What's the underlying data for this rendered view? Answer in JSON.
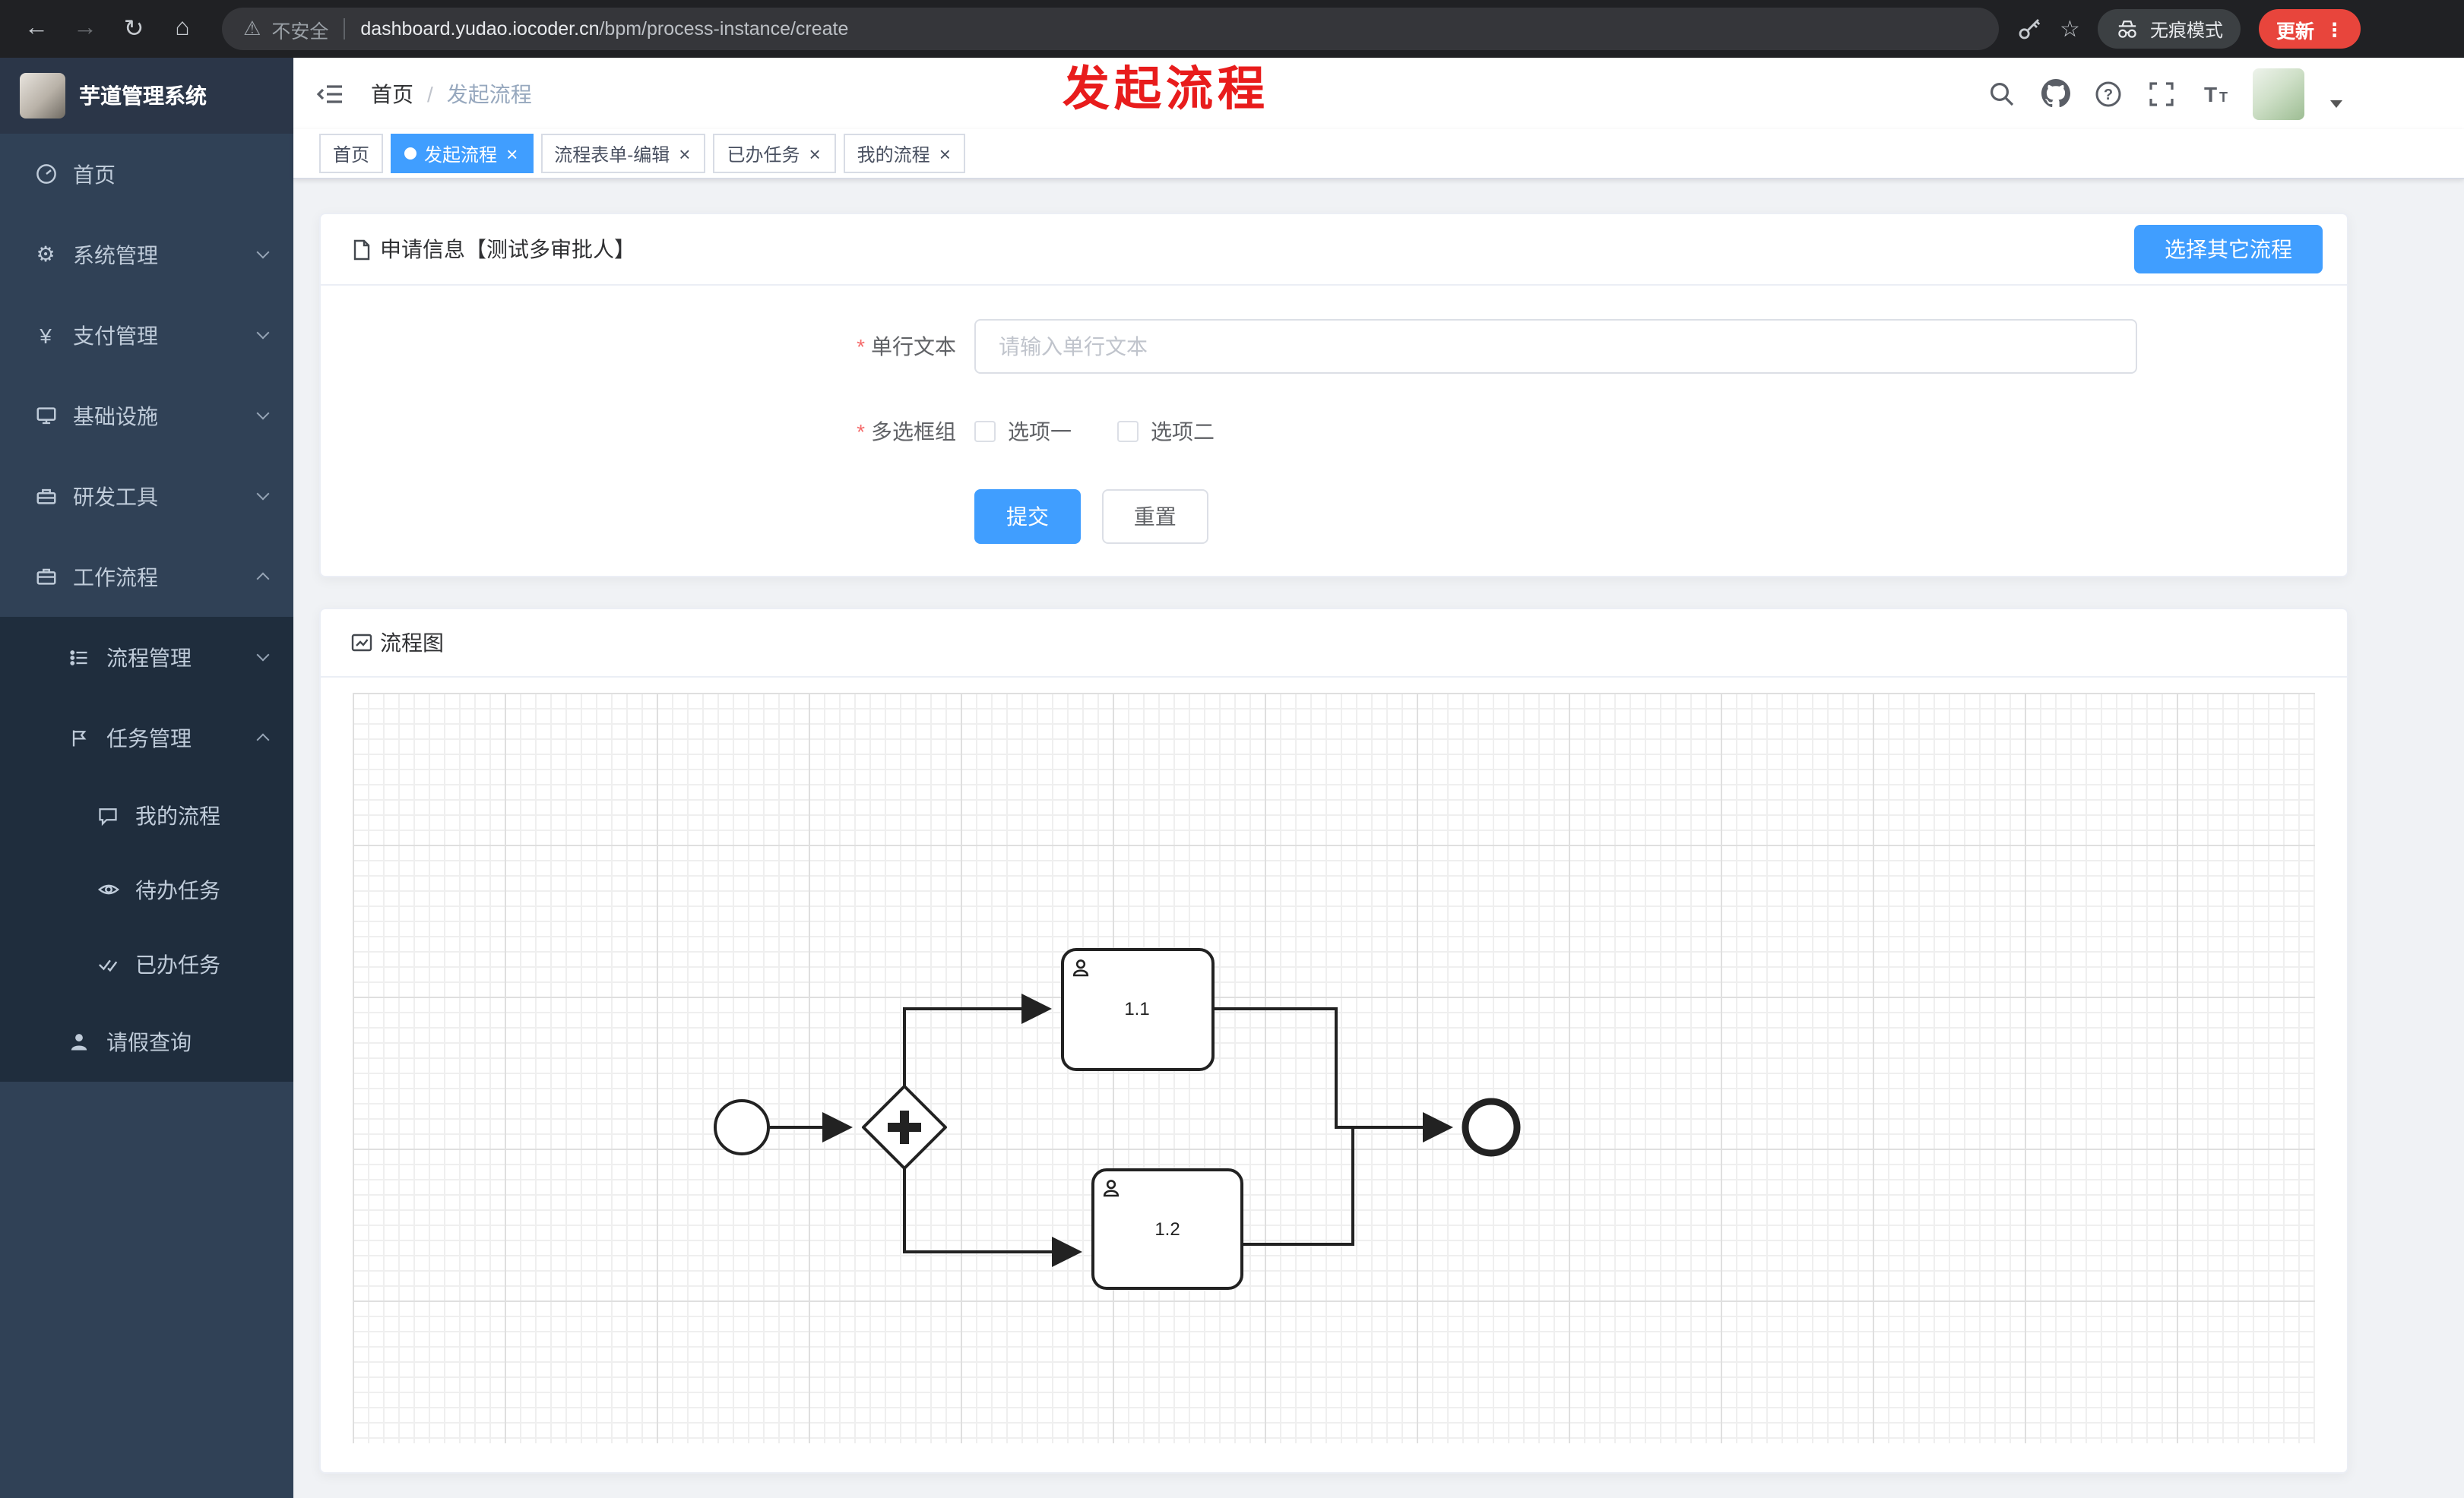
{
  "browser": {
    "security_label": "不安全",
    "url_host": "dashboard.yudao.iocoder.cn",
    "url_path": "/bpm/process-instance/create",
    "incognito_label": "无痕模式",
    "update_label": "更新"
  },
  "annotation": {
    "text": "发起流程"
  },
  "sidebar": {
    "app_title": "芋道管理系统",
    "items": [
      {
        "label": "首页"
      },
      {
        "label": "系统管理"
      },
      {
        "label": "支付管理"
      },
      {
        "label": "基础设施"
      },
      {
        "label": "研发工具"
      },
      {
        "label": "工作流程"
      }
    ],
    "workflow_submenu": {
      "process_mgmt": "流程管理",
      "task_mgmt": "任务管理",
      "task_children": [
        {
          "label": "我的流程"
        },
        {
          "label": "待办任务"
        },
        {
          "label": "已办任务"
        }
      ],
      "leave_query": "请假查询"
    }
  },
  "header": {
    "breadcrumb": [
      {
        "label": "首页"
      },
      {
        "label": "发起流程"
      }
    ],
    "separator": "/"
  },
  "tabs": [
    {
      "label": "首页",
      "closable": false,
      "active": false
    },
    {
      "label": "发起流程",
      "closable": true,
      "active": true
    },
    {
      "label": "流程表单-编辑",
      "closable": true,
      "active": false
    },
    {
      "label": "已办任务",
      "closable": true,
      "active": false
    },
    {
      "label": "我的流程",
      "closable": true,
      "active": false
    }
  ],
  "form_card": {
    "title": "申请信息【测试多审批人】",
    "choose_other": "选择其它流程",
    "field_text": {
      "label": "单行文本",
      "placeholder": "请输入单行文本",
      "value": ""
    },
    "field_checkbox": {
      "label": "多选框组",
      "options": [
        {
          "label": "选项一",
          "checked": false
        },
        {
          "label": "选项二",
          "checked": false
        }
      ]
    },
    "submit": "提交",
    "reset": "重置"
  },
  "diagram_card": {
    "title": "流程图",
    "node_labels": {
      "task1": "1.1",
      "task2": "1.2"
    }
  },
  "ui": {
    "close_glyph": "×",
    "required_mark": "*",
    "back_glyph": "←",
    "forward_glyph": "→",
    "refresh_glyph": "↻",
    "home_glyph": "⌂",
    "warning_glyph": "⚠",
    "star_glyph": "☆",
    "gear_glyph": "⚙",
    "yen_glyph": "¥",
    "menu_dots_glyph": "⋮"
  },
  "colors": {
    "primary": "#409eff",
    "danger": "#f56c6c",
    "annotation_red": "#e81c1c",
    "update_badge": "#e8453c",
    "sidebar_bg": "#304156",
    "submenu_bg": "#1f2d3d",
    "browser_bg": "#202124"
  }
}
